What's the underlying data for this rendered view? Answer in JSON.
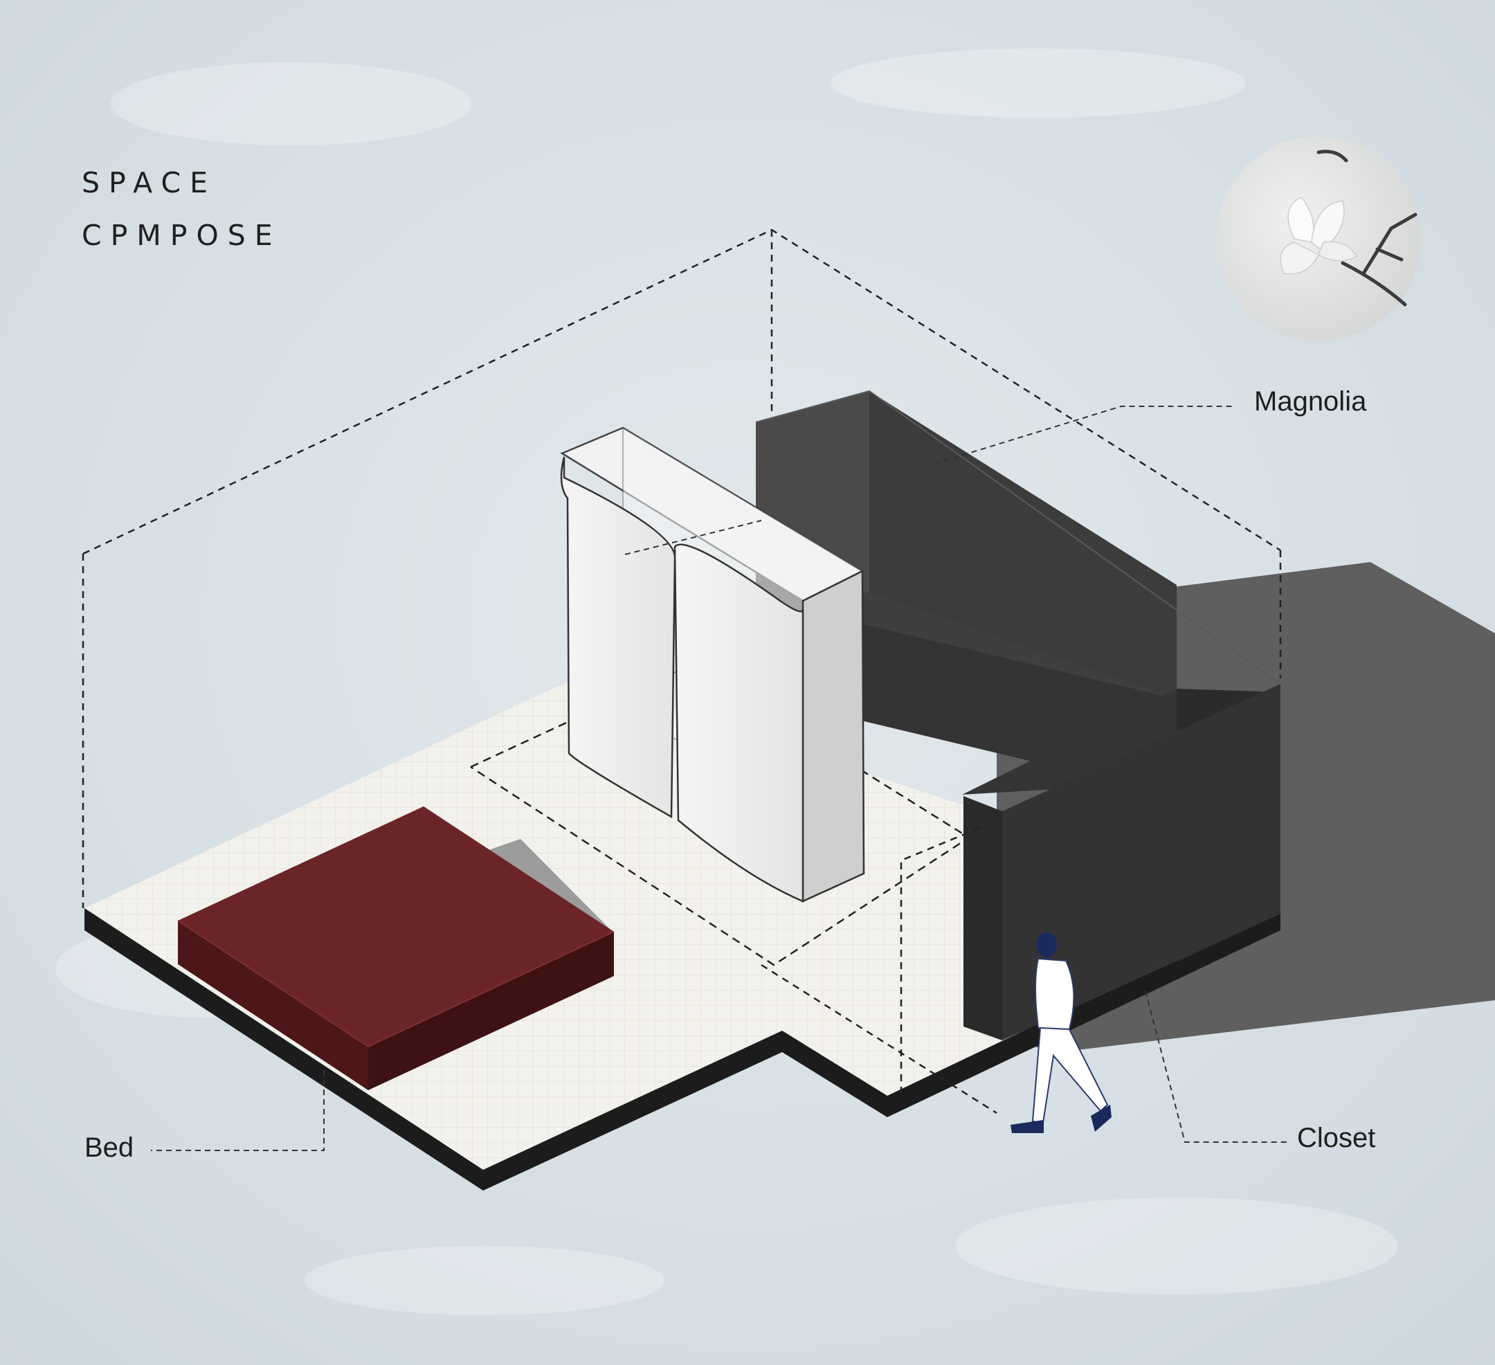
{
  "heading": {
    "line1": "SPACE",
    "line2": "CPMPOSE"
  },
  "labels": {
    "magnolia": "Magnolia",
    "closet": "Closet",
    "bed": "Bed"
  },
  "colors": {
    "background": "#d7e0e5",
    "floor": "#f3f1ec",
    "floor_edge": "#1c1c1c",
    "bed": "#6a2528",
    "closet": "#3a3a3a",
    "wardrobe": "#ececec",
    "shadow": "#5f5f5f",
    "figure": "#1b2a5c"
  },
  "icons": {
    "magnolia": "magnolia-flower-icon",
    "person": "walking-person-icon"
  }
}
